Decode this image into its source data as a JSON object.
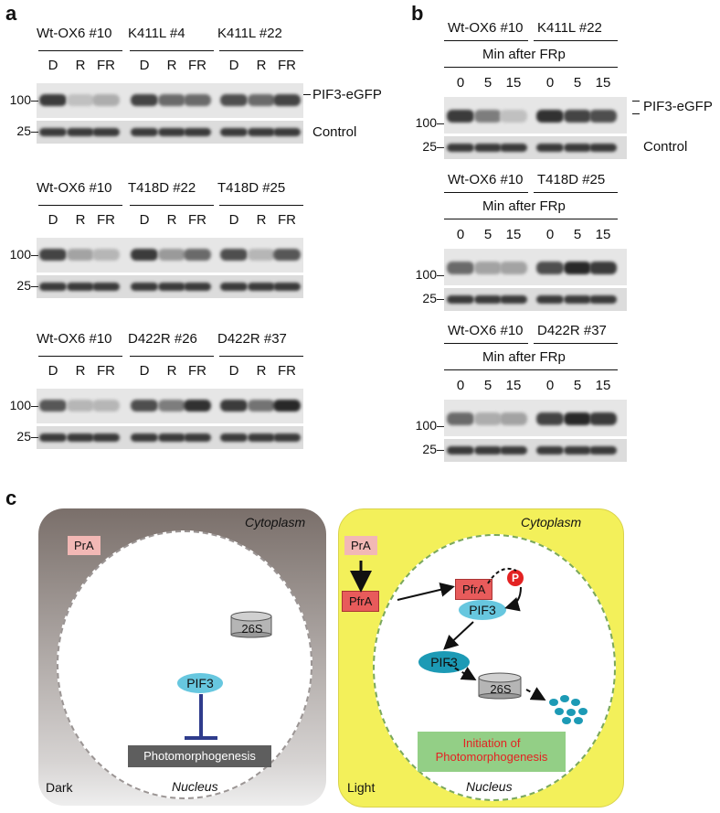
{
  "panel_a": {
    "letter": "a",
    "groups": [
      {
        "labels": [
          "Wt-OX6 #10",
          "K411L #4",
          "K411L #22"
        ],
        "top_marker": "100",
        "bottom_marker": "25",
        "right_labels": [
          "PIF3-eGFP",
          "Control"
        ],
        "intensities": [
          [
            0.85,
            0.15,
            0.25
          ],
          [
            0.8,
            0.6,
            0.6
          ],
          [
            0.75,
            0.6,
            0.8
          ]
        ]
      },
      {
        "labels": [
          "Wt-OX6 #10",
          "T418D #22",
          "T418D #25"
        ],
        "top_marker": "100",
        "bottom_marker": "25",
        "right_labels": [],
        "intensities": [
          [
            0.8,
            0.3,
            0.2
          ],
          [
            0.85,
            0.35,
            0.6
          ],
          [
            0.75,
            0.2,
            0.7
          ]
        ]
      },
      {
        "labels": [
          "Wt-OX6 #10",
          "D422R #26",
          "D422R #37"
        ],
        "top_marker": "100",
        "bottom_marker": "25",
        "right_labels": [],
        "intensities": [
          [
            0.7,
            0.2,
            0.2
          ],
          [
            0.75,
            0.5,
            0.9
          ],
          [
            0.85,
            0.55,
            0.95
          ]
        ]
      }
    ],
    "lanes": [
      "D",
      "R",
      "FR"
    ]
  },
  "panel_b": {
    "letter": "b",
    "subtitle": "Min after FRp",
    "times": [
      "0",
      "5",
      "15"
    ],
    "groups": [
      {
        "labels": [
          "Wt-OX6 #10",
          "K411L #22"
        ],
        "top_marker": "100",
        "bottom_marker": "25",
        "right_labels": [
          "PIF3-eGFP",
          "Control"
        ],
        "intensities": [
          [
            0.85,
            0.5,
            0.15
          ],
          [
            0.9,
            0.8,
            0.75
          ]
        ]
      },
      {
        "labels": [
          "Wt-OX6 #10",
          "T418D #25"
        ],
        "top_marker": "100",
        "bottom_marker": "25",
        "right_labels": [],
        "intensities": [
          [
            0.6,
            0.3,
            0.3
          ],
          [
            0.75,
            0.95,
            0.85
          ]
        ]
      },
      {
        "labels": [
          "Wt-OX6 #10",
          "D422R #37"
        ],
        "top_marker": "100",
        "bottom_marker": "25",
        "right_labels": [],
        "intensities": [
          [
            0.6,
            0.25,
            0.3
          ],
          [
            0.8,
            0.95,
            0.85
          ]
        ]
      }
    ]
  },
  "panel_c": {
    "letter": "c",
    "dark": {
      "cytoplasm": "Cytoplasm",
      "nucleus": "Nucleus",
      "condition": "Dark",
      "pra": "PrA",
      "proteasome": "26S",
      "pif3": "PIF3",
      "output": "Photomorphogenesis"
    },
    "light": {
      "cytoplasm": "Cytoplasm",
      "nucleus": "Nucleus",
      "condition": "Light",
      "pra": "PrA",
      "pfra_cyto": "PfrA",
      "pfra_nuc": "PfrA",
      "phospho": "P",
      "pif3_bound": "PIF3",
      "pif3_free": "PIF3",
      "proteasome": "26S",
      "output_line1": "Initiation of",
      "output_line2": "Photomorphogenesis"
    },
    "colors": {
      "pfra": "#e85b5b",
      "pra": "#f2b8b5",
      "pif3": "#67c7df",
      "pif3_dark": "#1c9ab5",
      "light_bg": "#f3f05a",
      "inhibit": "#2f3c8c",
      "output_light": "#93cf86",
      "output_red": "#e32222"
    }
  }
}
